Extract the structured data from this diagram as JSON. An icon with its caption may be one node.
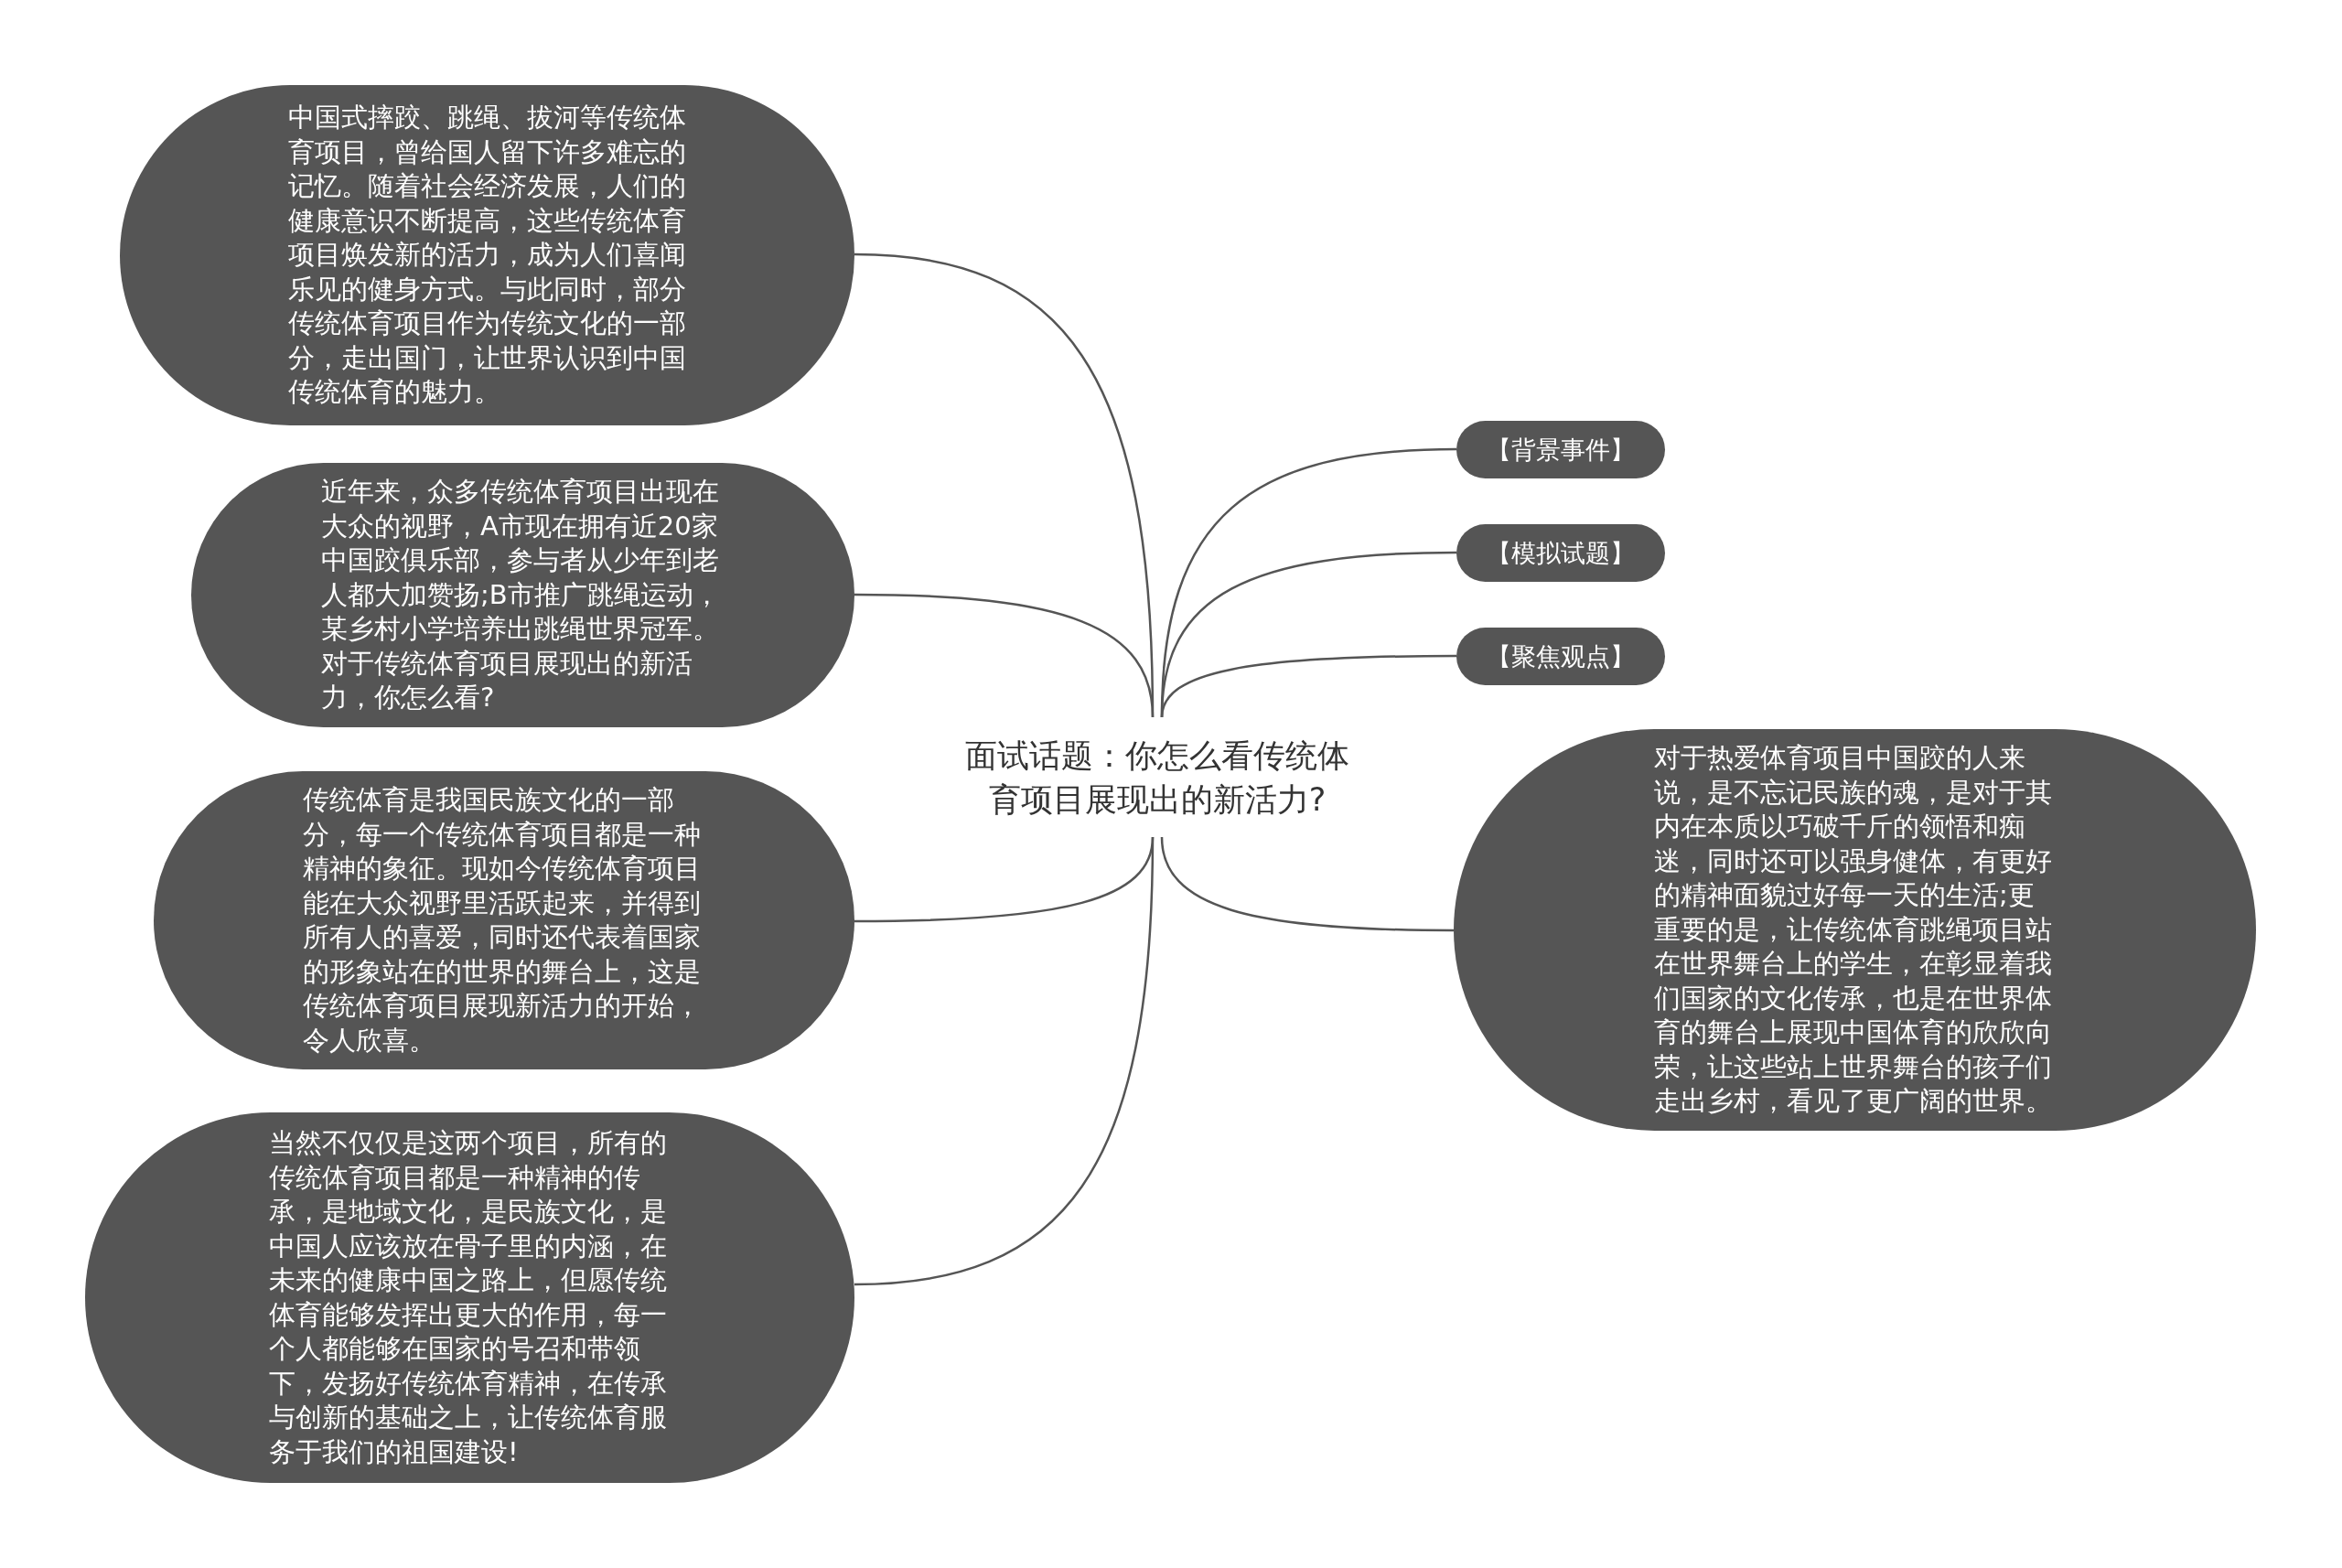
{
  "diagram": {
    "nodes": [
      {
        "text": [
          "面试话题：你怎么看传统体育项目展现出的新活力?"
        ]
      },
      {
        "text": [
          "中国式摔跤、跳绳、拔河等传统体育项目，曾给国人留下许多难忘的记忆。随着社会经济发展，人们的健康意识不断提高，这些传统体育项目焕发新的活力，成为人们喜闻乐见的健身方式。与此同时，部分传统体育项目作为传统文化的一部分，走出国门，让世界认识到中国传统体育的魅力。"
        ]
      },
      {
        "text": [
          "近年来，众多传统体育项目出现在大众的视野，A市现在拥有近20家中国跤俱乐部，参与者从少年到老人都大加赞扬;B市推广跳绳运动，某乡村小学培养出跳绳世界冠军。对于传统体育项目展现出的新活力，你怎么看?"
        ]
      },
      {
        "text": [
          "传统体育是我国民族文化的一部分，每一个传统体育项目都是一种精神的象征。现如今传统体育项目能在大众视野里活跃起来，并得到所有人的喜爱，同时还代表着国家的形象站在的世界的舞台上，这是传统体育项目展现新活力的开始，令人欣喜。"
        ]
      },
      {
        "text": [
          "当然不仅仅是这两个项目，所有的传统体育项目都是一种精神的传承，是地域文化，是民族文化，是中国人应该放在骨子里的内涵，在未来的健康中国之路上，但愿传统体育能够发挥出更大的作用，每一个人都能够在国家的号召和带领下，发扬好传统体育精神，在传承与创新的基础之上，让传统体育服务于我们的祖国建设!"
        ]
      },
      {
        "text": [
          "【背景事件】"
        ]
      },
      {
        "text": [
          "【模拟试题】"
        ]
      },
      {
        "text": [
          "【聚焦观点】"
        ]
      },
      {
        "text": [
          "对于热爱体育项目中国跤的人来说，是不忘记民族的魂，是对于其内在本质以巧破千斤的领悟和痴迷，同时还可以强身健体，有更好的精神面貌过好每一天的生活;更重要的是，让传统体育跳绳项目站在世界舞台上的学生，在彰显着我们国家的文化传承，也是在世界体育的舞台上展现中国体育的欣欣向荣，让这些站上世界舞台的孩子们走出乡村，看见了更广阔的世界。"
        ]
      }
    ],
    "edges": [
      {
        "from": 0,
        "to": 1,
        "arrow": "none"
      },
      {
        "from": 0,
        "to": 2,
        "arrow": "none"
      },
      {
        "from": 0,
        "to": 3,
        "arrow": "none"
      },
      {
        "from": 0,
        "to": 4,
        "arrow": "none"
      },
      {
        "from": 0,
        "to": 5,
        "arrow": "none"
      },
      {
        "from": 0,
        "to": 6,
        "arrow": "none"
      },
      {
        "from": 0,
        "to": 7,
        "arrow": "none"
      },
      {
        "from": 0,
        "to": 8,
        "arrow": "none"
      }
    ]
  }
}
